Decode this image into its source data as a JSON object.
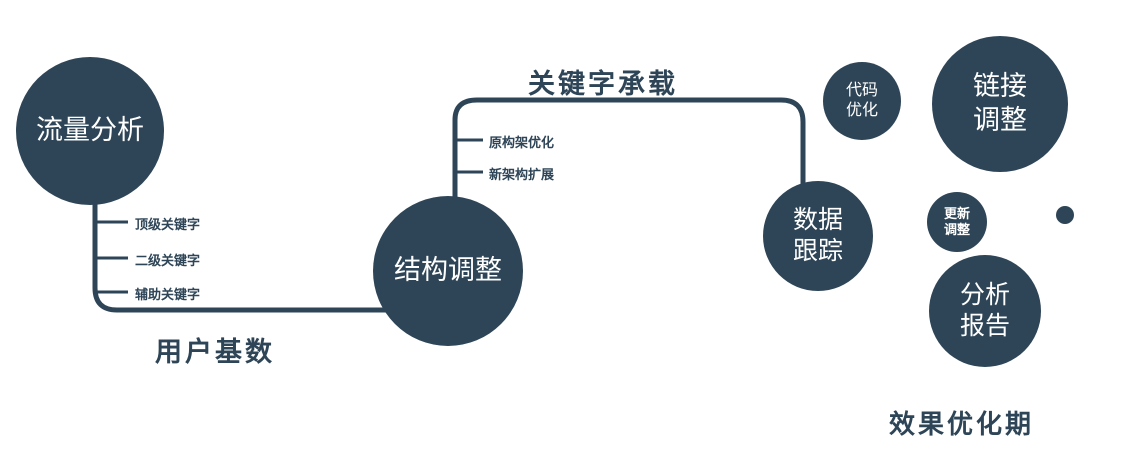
{
  "colors": {
    "primary": "#2e4557",
    "background": "#ffffff",
    "node_text": "#ffffff"
  },
  "nodes": {
    "traffic": {
      "label": "流量分析"
    },
    "structure": {
      "label": "结构调整"
    },
    "tracking": {
      "line1": "数据",
      "line2": "跟踪"
    },
    "code": {
      "line1": "代码",
      "line2": "优化"
    },
    "link": {
      "line1": "链接",
      "line2": "调整"
    },
    "update": {
      "line1": "更新",
      "line2": "调整"
    },
    "report": {
      "line1": "分析",
      "line2": "报告"
    }
  },
  "edge_labels": {
    "user_base": "用户基数",
    "keyword_load": "关键字承载",
    "effect_period": "效果优化期"
  },
  "branches": {
    "traffic_keywords": [
      "顶级关键字",
      "二级关键字",
      "辅助关键字"
    ],
    "structure_items": [
      "原构架优化",
      "新架构扩展"
    ]
  }
}
